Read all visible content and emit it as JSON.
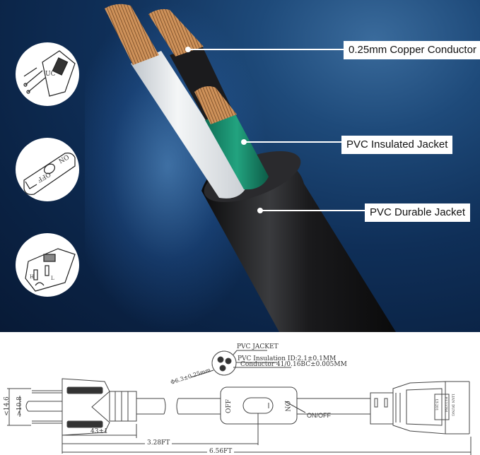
{
  "callouts": [
    {
      "id": "copper",
      "label": "0.25mm Copper Conductor"
    },
    {
      "id": "insulated",
      "label": "PVC Insulated Jacket"
    },
    {
      "id": "durable",
      "label": "PVC Durable Jacket"
    }
  ],
  "insets": [
    {
      "id": "plug",
      "text": "UC"
    },
    {
      "id": "switch",
      "on": "ON",
      "off": "OFF"
    },
    {
      "id": "outlet",
      "h": "H",
      "l": "L"
    }
  ],
  "diagram": {
    "cross_section": {
      "diameter": "Φ6.3±0.25mm",
      "jacket": "PVC JACKET",
      "insulation": "PVC Insulation ID:2.1±0.1MM",
      "conductor": "Conductor 41/0.16BC±0.005MM"
    },
    "plug_dims": {
      "outer": "<14.6",
      "inner": ">10.8",
      "length": "43±1"
    },
    "switch": {
      "off": "OFF",
      "on": "ON",
      "callout": "ON/OFF"
    },
    "lengths": {
      "to_switch": "3.28FT",
      "total": "6.56FT"
    },
    "connector_label": [
      "LIAN DUNG",
      "E121791",
      "LT-201"
    ]
  },
  "colors": {
    "bg_dark": "#0a2142",
    "copper": "#c88a4e",
    "green": "#1a8f6e",
    "white_jacket": "#e8ecef",
    "black_jacket": "#1c1c1e"
  }
}
